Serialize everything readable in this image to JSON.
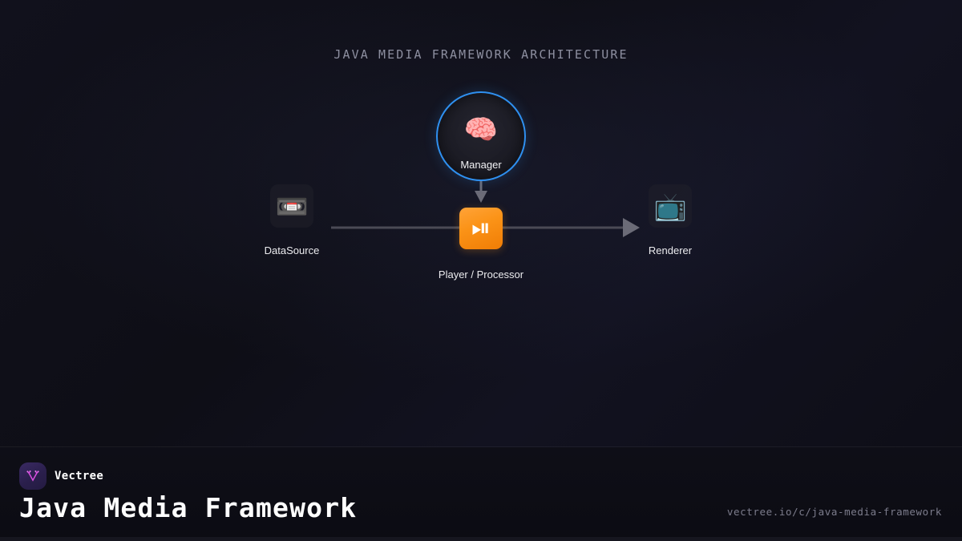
{
  "canvas": {
    "background_color": "#0e0e16",
    "accent_blue": "#2f90f0",
    "accent_orange": "#f7931e",
    "wire_color": "#4a4a55"
  },
  "diagram": {
    "title": "JAVA MEDIA FRAMEWORK ARCHITECTURE",
    "nodes": {
      "manager": {
        "label": "Manager",
        "icon": "brain-icon",
        "glyph": "🧠",
        "border_color": "#2f90f0"
      },
      "datasource": {
        "label": "DataSource",
        "icon": "videocassette-icon",
        "glyph": "📼"
      },
      "player": {
        "label": "Player / Processor",
        "icon": "play-pause-icon",
        "glyph": "⏯",
        "fill_color": "#f7931e"
      },
      "renderer": {
        "label": "Renderer",
        "icon": "television-icon",
        "glyph": "📺"
      }
    },
    "connections": [
      {
        "name": "manager-to-player",
        "from": "manager",
        "to": "player",
        "direction": "down",
        "arrow": true
      },
      {
        "name": "datasource-to-player",
        "from": "datasource",
        "to": "player",
        "direction": "right",
        "arrow": false
      },
      {
        "name": "player-to-renderer",
        "from": "player",
        "to": "renderer",
        "direction": "right",
        "arrow": true
      }
    ]
  },
  "footer": {
    "brand_name": "Vectree",
    "logo_icon": "vectree-logo-icon",
    "title": "Java Media Framework",
    "url": "vectree.io/c/java-media-framework"
  }
}
